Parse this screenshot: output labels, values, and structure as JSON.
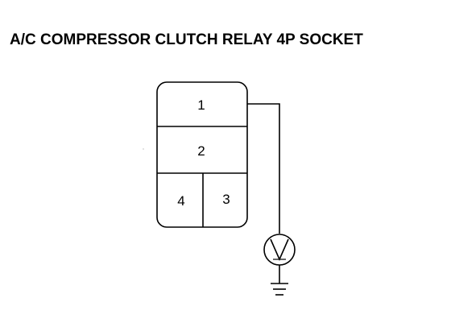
{
  "title": "A/C COMPRESSOR CLUTCH RELAY 4P SOCKET",
  "socket": {
    "pins": [
      {
        "id": "pin-1",
        "label": "1"
      },
      {
        "id": "pin-2",
        "label": "2"
      },
      {
        "id": "pin-4",
        "label": "4"
      },
      {
        "id": "pin-3",
        "label": "3"
      }
    ]
  },
  "meter": {
    "symbol": "V",
    "icon": "voltmeter-icon"
  },
  "ground": {
    "icon": "ground-icon"
  },
  "colors": {
    "ink": "#000000",
    "background": "#ffffff"
  }
}
